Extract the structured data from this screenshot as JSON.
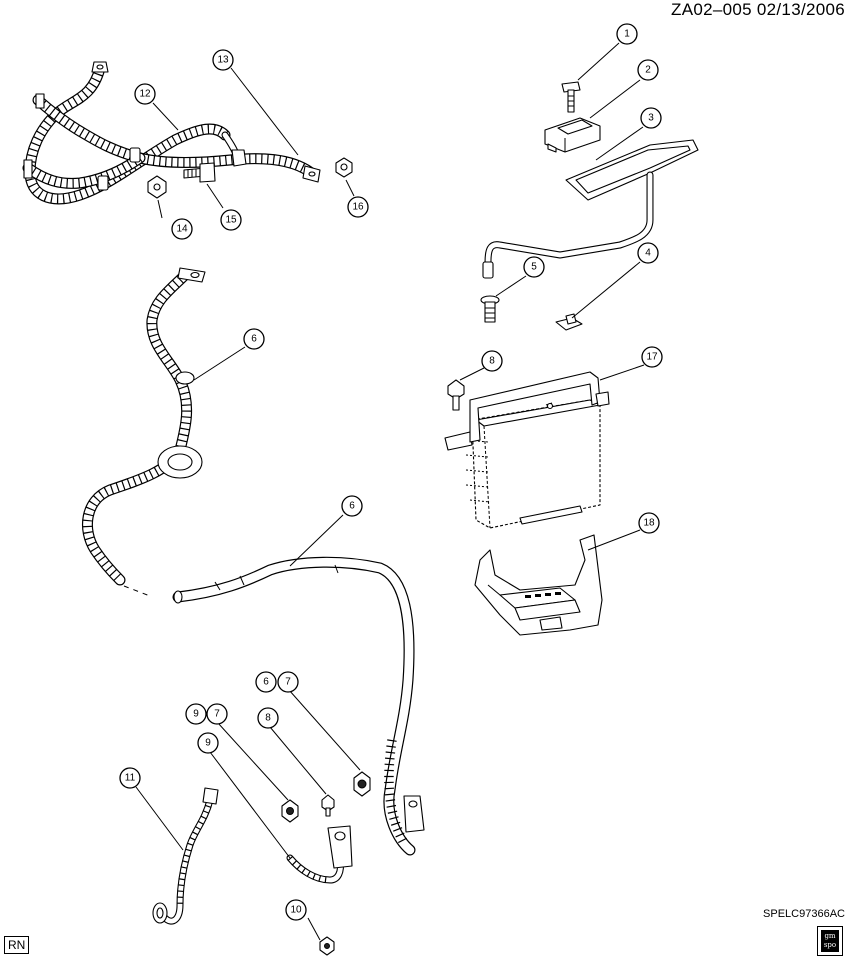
{
  "header": {
    "title": "ZA02–005  02/13/2006"
  },
  "footer": {
    "code": "SPELC97366AC",
    "corner_label": "RN",
    "logo_text": "gm spo"
  },
  "callouts": [
    "1",
    "2",
    "3",
    "4",
    "5",
    "6",
    "17",
    "8",
    "18",
    "6",
    "7",
    "6",
    "9",
    "7",
    "8",
    "9",
    "11",
    "10",
    "12",
    "13",
    "14",
    "15",
    "16"
  ],
  "colors": {
    "line": "#000000",
    "background": "#ffffff"
  }
}
